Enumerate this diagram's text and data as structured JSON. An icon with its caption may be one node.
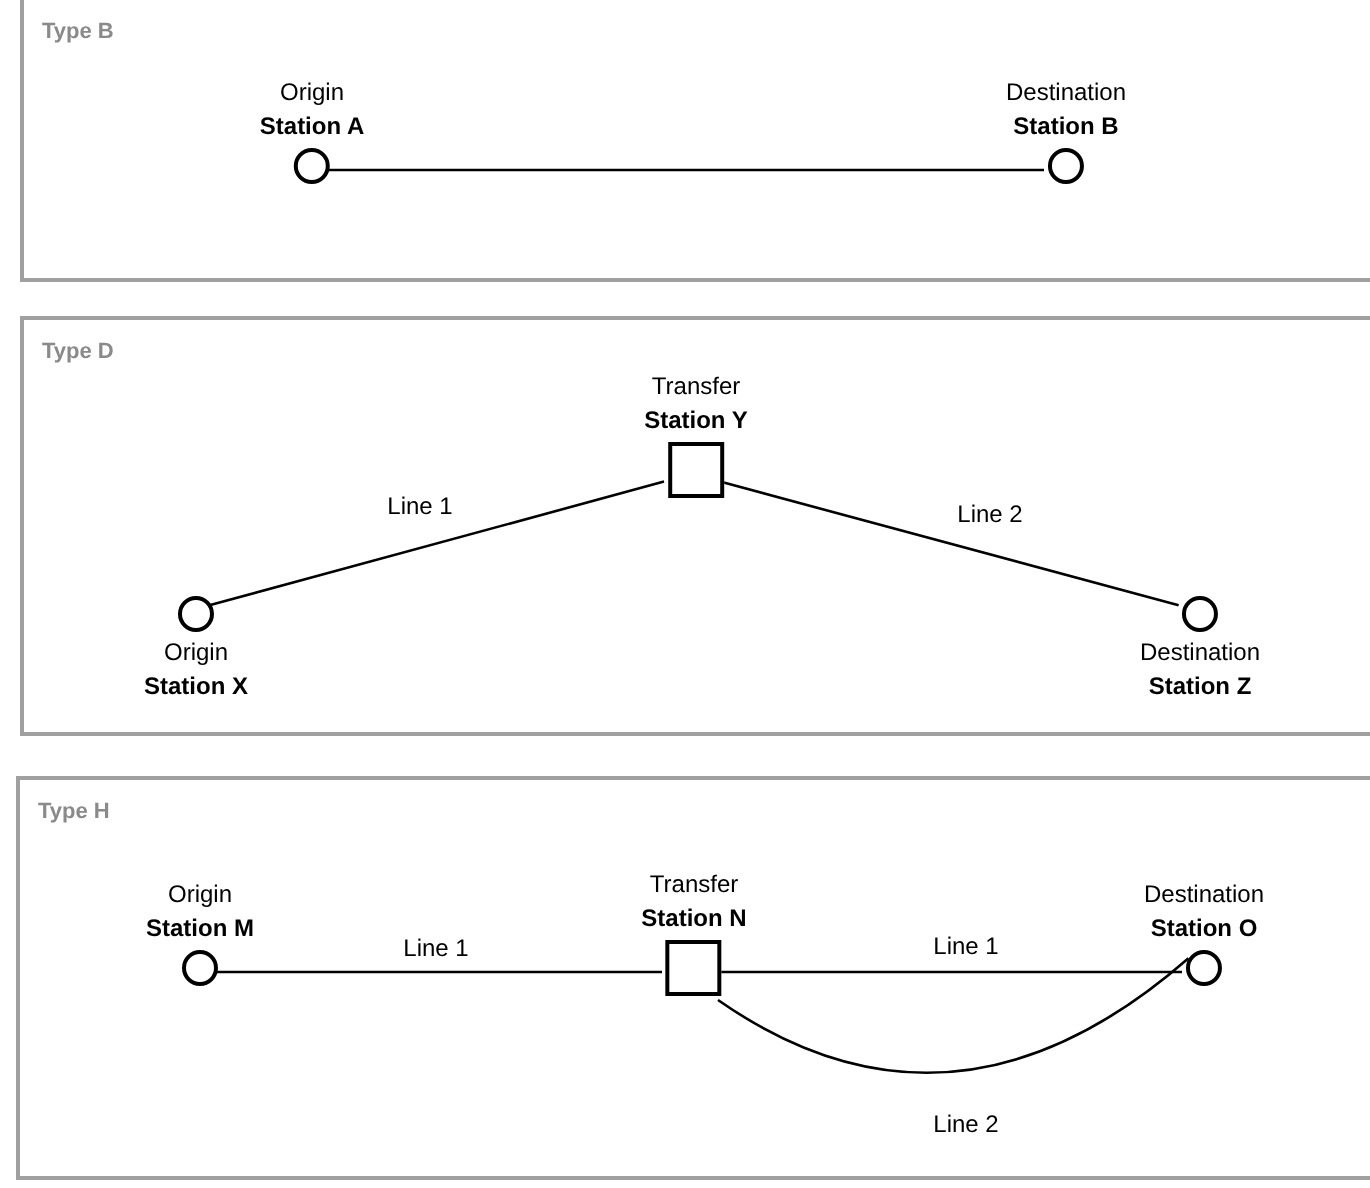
{
  "diagram": {
    "nodes": [
      {
        "text": [
          "Type B"
        ]
      },
      {
        "text": [
          "Origin",
          "Station A"
        ],
        "in": 0
      },
      {
        "text": [
          "Destination",
          "Station B"
        ],
        "in": 0
      },
      {
        "text": [
          "Type D"
        ]
      },
      {
        "text": [
          "Transfer",
          "Station Y"
        ],
        "in": 3
      },
      {
        "text": [
          "Origin",
          "Station X"
        ],
        "in": 3
      },
      {
        "text": [
          "Destination",
          "Station Z"
        ],
        "in": 3
      },
      {
        "text": [
          "Type H"
        ]
      },
      {
        "text": [
          "Origin",
          "Station M"
        ],
        "in": 7
      },
      {
        "text": [
          "Transfer",
          "Station N"
        ],
        "in": 7
      },
      {
        "text": [
          "Destination",
          "Station O"
        ],
        "in": 7
      }
    ],
    "edges": [
      {
        "from": 1,
        "to": 2,
        "arrow": "none"
      },
      {
        "from": 5,
        "to": 4,
        "arrow": "none",
        "label": "Line 1"
      },
      {
        "from": 4,
        "to": 6,
        "arrow": "none",
        "label": "Line 2"
      },
      {
        "from": 8,
        "to": 9,
        "arrow": "none",
        "label": "Line 1"
      },
      {
        "from": 9,
        "to": 10,
        "arrow": "none",
        "label": "Line 1"
      },
      {
        "from": 9,
        "to": 10,
        "arrow": "none",
        "label": "Line 2"
      }
    ]
  }
}
